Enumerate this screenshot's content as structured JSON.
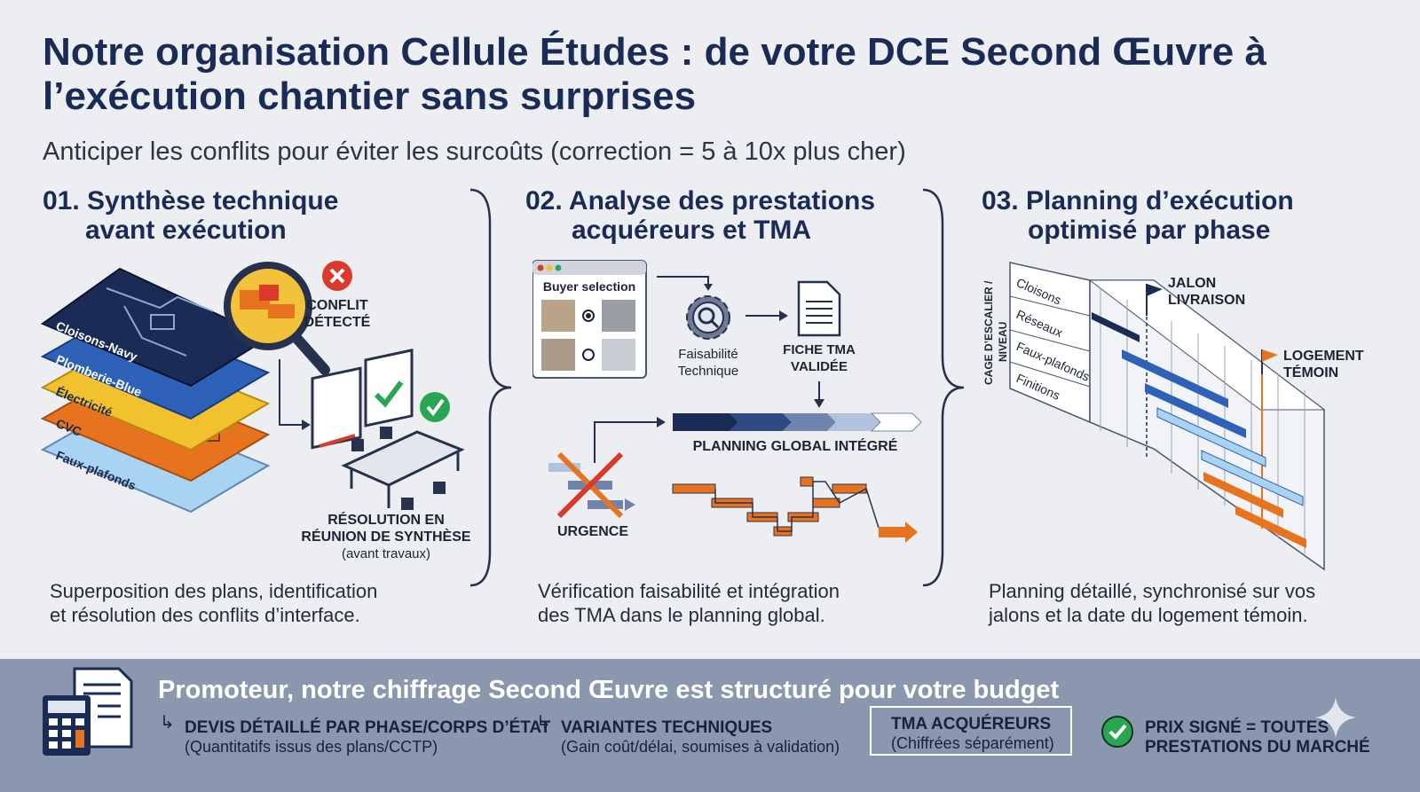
{
  "header": {
    "title": "Notre organisation Cellule Études : de votre DCE Second Œuvre à l’exécution chantier sans surprises",
    "subtitle": "Anticiper les conflits pour éviter les surcoûts (correction = 5 à 10x plus cher)"
  },
  "step1": {
    "title_line1": "01. Synthèse technique",
    "title_line2": "avant exécution",
    "layers": [
      "Cloisons-Navy",
      "Plomberie-Blue",
      "Électricité",
      "CVC",
      "Faux-plafonds"
    ],
    "conflict_line1": "CONFLIT",
    "conflict_line2": "DÉTECTÉ",
    "resolution_line1": "RÉSOLUTION EN",
    "resolution_line2": "RÉUNION DE SYNTHÈSE",
    "resolution_note": "(avant travaux)",
    "desc_line1": "Superposition des plans, identification",
    "desc_line2": "et résolution des conflits d’interface."
  },
  "step2": {
    "title_line1": "02. Analyse des prestations",
    "title_line2": "acquéreurs et TMA",
    "buyer_selection": "Buyer selection",
    "feasibility_line1": "Faisabilité",
    "feasibility_line2": "Technique",
    "fiche_line1": "FICHE TMA",
    "fiche_line2": "VALIDÉE",
    "planning_global": "PLANNING GLOBAL INTÉGRÉ",
    "urgence": "URGENCE",
    "desc_line1": "Vérification faisabilité et intégration",
    "desc_line2": "des TMA dans le planning global."
  },
  "step3": {
    "title_line1": "03. Planning d’exécution",
    "title_line2": "optimisé par phase",
    "axis_line1": "CAGE D’ESCALIER /",
    "axis_line2": "NIVEAU",
    "rows": [
      "Cloisons",
      "Réseaux",
      "Faux-plafonds",
      "Finitions"
    ],
    "milestone1_line1": "JALON",
    "milestone1_line2": "LIVRAISON",
    "milestone2_line1": "LOGEMENT",
    "milestone2_line2": "TÉMOIN",
    "desc_line1": "Planning détaillé, synchronisé sur vos",
    "desc_line2": "jalons et la date du logement témoin."
  },
  "footer": {
    "title": "Promoteur, notre chiffrage Second Œuvre est structuré pour votre budget",
    "item1_main": "DEVIS DÉTAILLÉ PAR PHASE/CORPS D’ÉTAT",
    "item1_sub": "(Quantitatifs issus des plans/CCTP)",
    "item2_main": "VARIANTES TECHNIQUES",
    "item2_sub": "(Gain coût/délai, soumises à validation)",
    "item3_main": "TMA ACQUÉREURS",
    "item3_sub": "(Chiffrées séparément)",
    "item4_line1": "PRIX SIGNÉ = TOUTES",
    "item4_line2": "PRESTATIONS DU MARCHÉ"
  },
  "colors": {
    "navy": "#1a2b55",
    "blue": "#2d62b8",
    "yellow": "#f2c12e",
    "orange": "#e8731f",
    "light_blue": "#a9d3f2",
    "red": "#d93a2b",
    "green": "#2aa653",
    "footer_bg": "#8a97ae"
  }
}
